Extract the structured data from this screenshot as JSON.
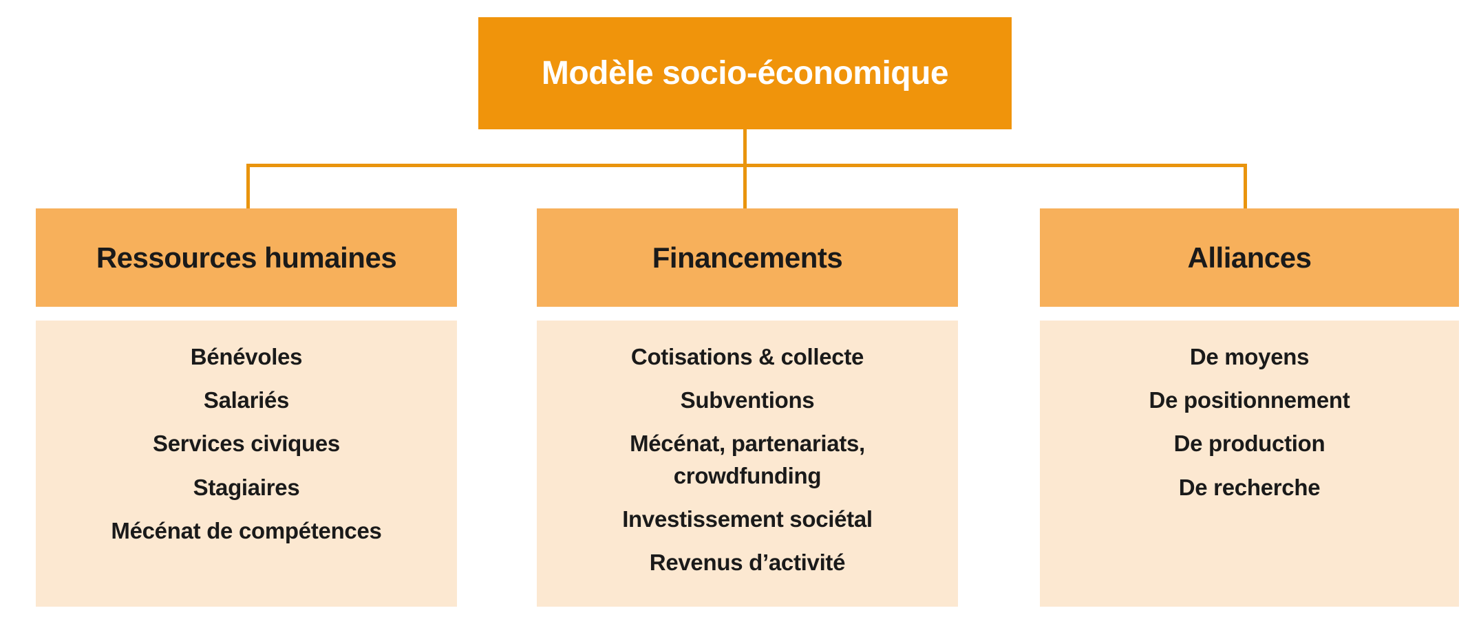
{
  "diagram": {
    "title": "Modèle socio-économique",
    "columns": [
      {
        "title": "Ressources humaines",
        "items": [
          "Bénévoles",
          "Salariés",
          "Services civiques",
          "Stagiaires",
          "Mécénat de compétences"
        ]
      },
      {
        "title": "Financements",
        "items": [
          "Cotisations & collecte",
          "Subventions",
          "Mécénat, partenariats, crowdfunding",
          "Investissement sociétal",
          "Revenus d’activité"
        ]
      },
      {
        "title": "Alliances",
        "items": [
          "De moyens",
          "De positionnement",
          "De production",
          "De recherche"
        ]
      }
    ]
  },
  "colors": {
    "primary_orange": "#F0940B",
    "header_orange": "#F7B05B",
    "panel_cream": "#FCE8D1",
    "connector_orange": "#E9940D",
    "title_text": "#FFFFFF",
    "body_text": "#1A1A1A",
    "background": "#FFFFFF"
  }
}
